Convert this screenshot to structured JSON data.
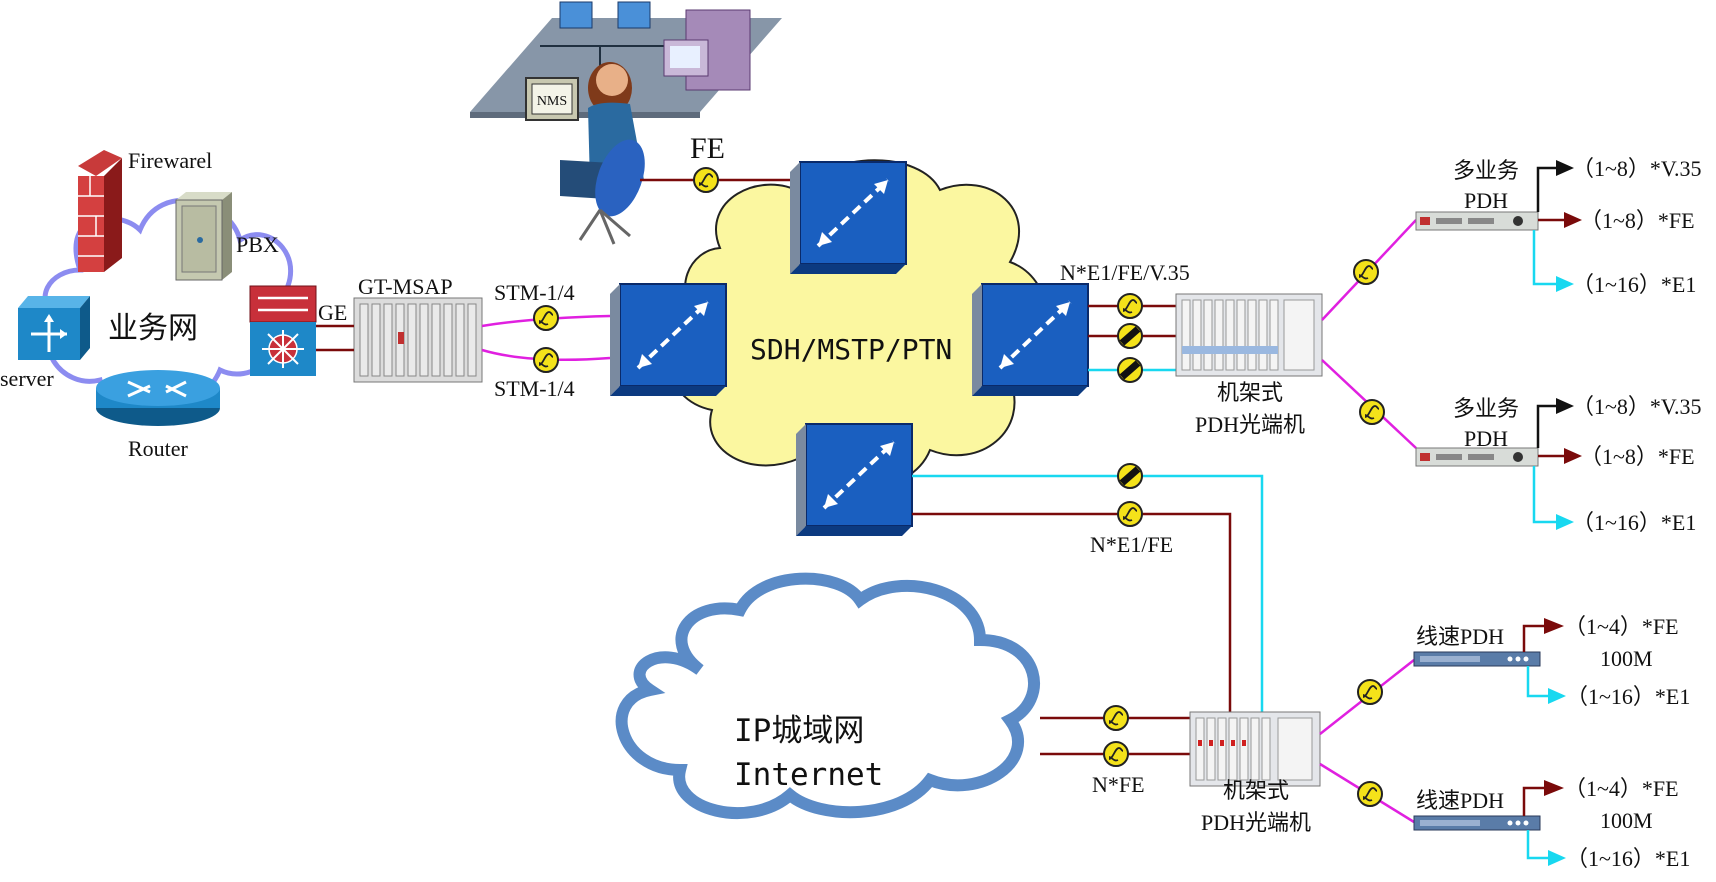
{
  "labels": {
    "firewall": "Firewarel",
    "pbx": "PBX",
    "server": "server",
    "router": "Router",
    "business_net": "业务网",
    "ge": "GE",
    "gt_msap": "GT-MSAP",
    "stm_top": "STM-1/4",
    "stm_bottom": "STM-1/4",
    "fe": "FE",
    "sdh": "SDH/MSTP/PTN",
    "ne1_fe_v35": "N*E1/FE/V.35",
    "rack_pdh_top_1": "机架式",
    "rack_pdh_top_2": "PDH光端机",
    "ne1_fe": "N*E1/FE",
    "ip_cloud_1": "IP城域网",
    "ip_cloud_2": "Internet",
    "nfe": "N*FE",
    "rack_pdh_bottom_1": "机架式",
    "rack_pdh_bottom_2": "PDH光端机",
    "nms": "NMS"
  },
  "multi_pdh": [
    {
      "title1": "多业务",
      "title2": "PDH",
      "out1": "（1~8）*V.35",
      "out2": "（1~8）*FE",
      "out3": "（1~16）*E1"
    },
    {
      "title1": "多业务",
      "title2": "PDH",
      "out1": "（1~8）*V.35",
      "out2": "（1~8）*FE",
      "out3": "（1~16）*E1"
    }
  ],
  "line_pdh": [
    {
      "title": "线速PDH",
      "out1": "（1~4）*FE",
      "out1b": "100M",
      "out2": "（1~16）*E1"
    },
    {
      "title": "线速PDH",
      "out1": "（1~4）*FE",
      "out1b": "100M",
      "out2": "（1~16）*E1"
    }
  ],
  "colors": {
    "magenta": "#e020e0",
    "darkred": "#7a0a0a",
    "cyan": "#18d8f0",
    "sdh_blue": "#1a5fc0",
    "cloud_yellow": "#fbf7a0",
    "badge_yellow": "#f4e21a",
    "cloud_blue": "#4a7fc1",
    "ring_purple": "#8c8cf0"
  }
}
